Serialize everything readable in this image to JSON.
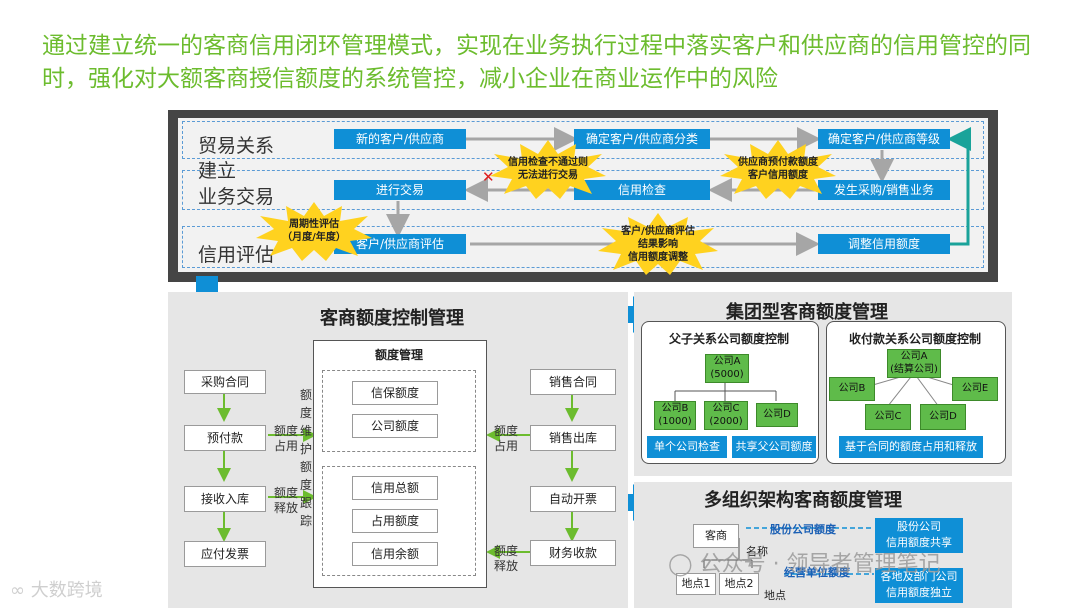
{
  "headline": "通过建立统一的客商信用闭环管理模式，实现在业务执行过程中落实客户和供应商的信用管控的同时，强化对大额客商授信额度的系统管控，减小企业在商业运作中的风险",
  "flow": {
    "row_labels": [
      "贸易关系",
      "建立",
      "业务交易",
      "信用评估"
    ],
    "boxes": {
      "new": "新的客户/供应商",
      "classify": "确定客户/供应商分类",
      "grade": "确定客户/供应商等级",
      "trade": "进行交易",
      "check": "信用检查",
      "business": "发生采购/销售业务",
      "evaluate": "客户/供应商评估",
      "adjust": "调整信用额度"
    },
    "bursts": {
      "check_fail": [
        "信用检查不通过则",
        "无法进行交易"
      ],
      "prepay": [
        "供应商预付款额度",
        "客户信用额度"
      ],
      "periodic": [
        "周期性评估",
        "（月度/年度）"
      ],
      "result": [
        "客户/供应商评估",
        "结果影响",
        "信用额度调整"
      ]
    },
    "cross_mark": "✕"
  },
  "quota_panel": {
    "title": "客商额度控制管理",
    "center_title": "额度管理",
    "center_group1": [
      "信保额度",
      "公司额度"
    ],
    "center_group2": [
      "信用总额",
      "占用额度",
      "信用余额"
    ],
    "left_boxes": [
      "采购合同",
      "预付款",
      "接收入库",
      "应付发票"
    ],
    "right_boxes": [
      "销售合同",
      "销售出库",
      "自动开票",
      "财务收款"
    ],
    "left_vertical": "额度维护额度跟踪",
    "left_labels": [
      [
        "额度",
        "占用"
      ],
      [
        "额度",
        "释放"
      ]
    ],
    "right_labels": [
      [
        "额度",
        "占用"
      ],
      [
        "额度",
        "释放"
      ]
    ]
  },
  "group_panel": {
    "title": "集团型客商额度管理",
    "sub1": {
      "title": "父子关系公司额度控制",
      "root": [
        "公司A",
        "(5000)"
      ],
      "children": [
        [
          "公司B",
          "(1000)"
        ],
        [
          "公司C",
          "(2000)"
        ],
        [
          "公司D"
        ]
      ],
      "buttons": [
        "单个公司检查",
        "共享父公司额度"
      ]
    },
    "sub2": {
      "title": "收付款关系公司额度控制",
      "root": [
        "公司A",
        "(结算公司)"
      ],
      "nodes": [
        "公司B",
        "公司E",
        "公司C",
        "公司D"
      ],
      "button": "基于合同的额度占用和释放"
    }
  },
  "multi_panel": {
    "title": "多组织架构客商额度管理",
    "kehu": "客商",
    "name_label": "名称",
    "place_label": "地点",
    "places": [
      "地点1",
      "地点2"
    ],
    "link1": "股份公司额度",
    "link2": "经营单位额度",
    "box1": [
      "股份公司",
      "信用额度共享"
    ],
    "box2": [
      "各地及部门公司",
      "信用额度独立"
    ]
  },
  "watermark": {
    "wechat": "公众号 · 领导者管理笔记",
    "brand": "大数跨境"
  },
  "colors": {
    "headline": "#6cbc2e",
    "accent_blue": "#0f8fd6",
    "arrow_gray": "#a6a6a6",
    "green_node": "#5fbb4a",
    "burst_yellow": "#ffd21f",
    "cycle_teal": "#1aa39a"
  }
}
